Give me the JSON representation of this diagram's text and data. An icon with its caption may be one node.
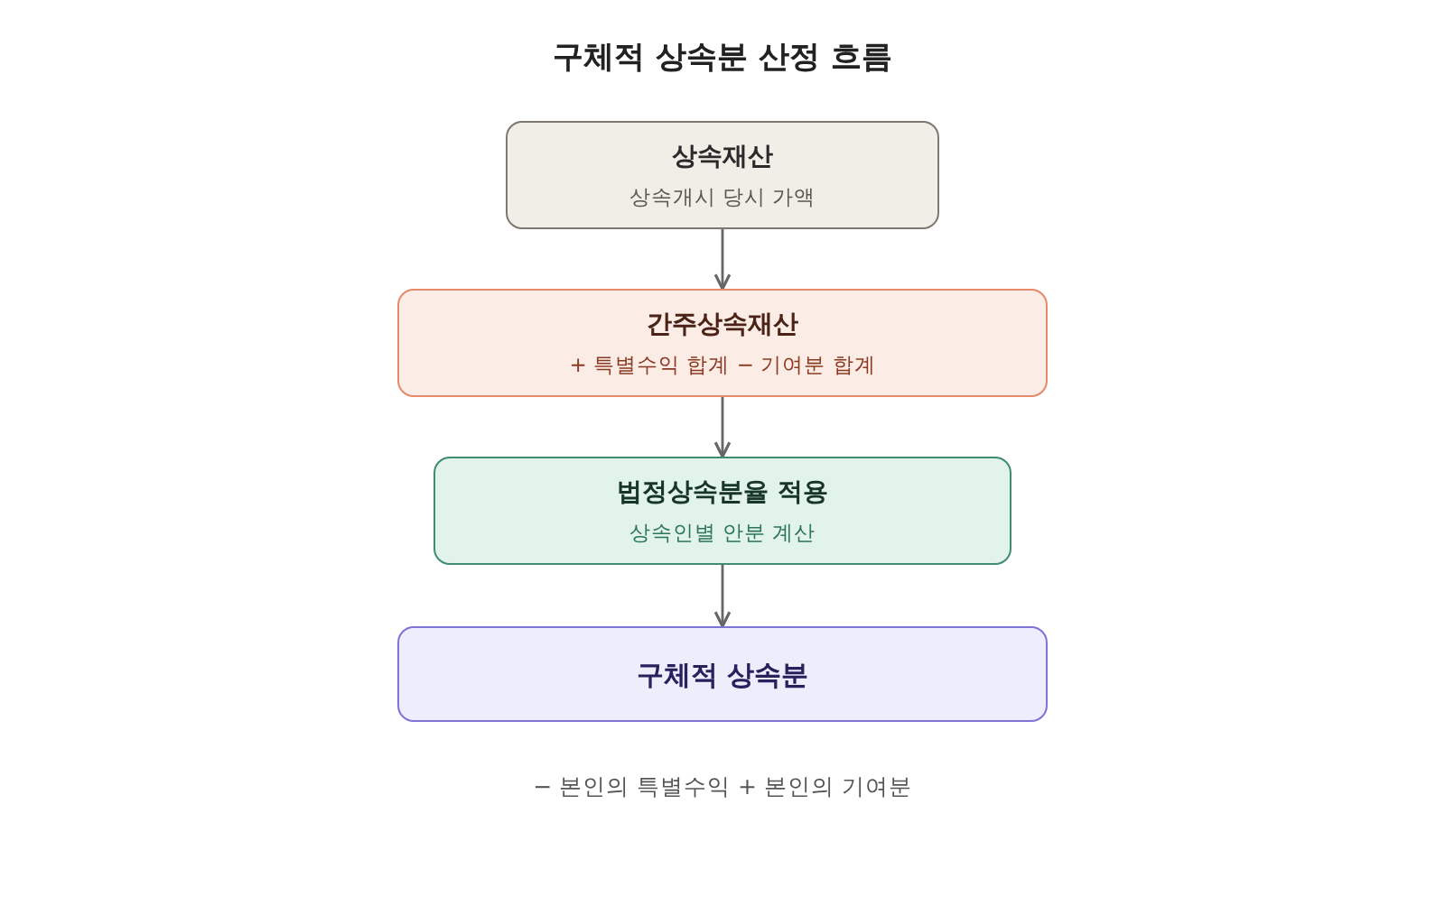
{
  "diagram": {
    "title": "구체적 상속분 산정 흐름",
    "nodes": [
      {
        "text": [
          "상속재산",
          "상속개시 당시 가액"
        ]
      },
      {
        "text": [
          "간주상속재산",
          "+ 특별수익 합계 − 기여분 합계"
        ]
      },
      {
        "text": [
          "법정상속분율 적용",
          "상속인별 안분 계산"
        ]
      },
      {
        "text": [
          "구체적 상속분"
        ],
        "beside": [
          "− 본인의 특별수익 + 본인의 기여분"
        ]
      }
    ],
    "edges": [
      {
        "from": 0,
        "to": 1,
        "arrow": "to"
      },
      {
        "from": 1,
        "to": 2,
        "arrow": "to"
      },
      {
        "from": 2,
        "to": 3,
        "arrow": "to"
      }
    ]
  }
}
